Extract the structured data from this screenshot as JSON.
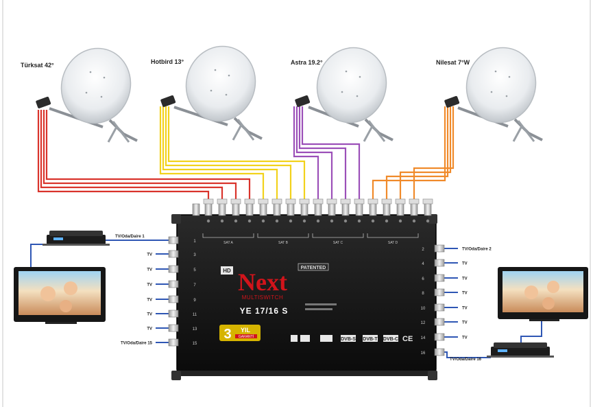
{
  "satellites": [
    {
      "name": "Türksat 42°",
      "color": "#d9332b"
    },
    {
      "name": "Hotbird 13°",
      "color": "#f2d21b"
    },
    {
      "name": "Astra 19.2°",
      "color": "#9b4fb8"
    },
    {
      "name": "Nilesat 7°W",
      "color": "#f08a2a"
    }
  ],
  "cable_color": "#2e56b4",
  "switch": {
    "brand": "Next",
    "subtitle": "MULTISWITCH",
    "model": "YE 17/16 S",
    "hd_badge": "HD",
    "patented": "PATENTED",
    "warranty_number": "3",
    "warranty_word": "YIL",
    "warranty_line": "GARANTİ",
    "sat_groups": [
      "SAT A",
      "SAT B",
      "SAT C",
      "SAT D"
    ],
    "logos": [
      "DVB-S",
      "DVB-T",
      "DVB-C",
      "CE"
    ]
  },
  "left_outputs": [
    {
      "port": "1",
      "label": "TV/Oda/Daire 1"
    },
    {
      "port": "3",
      "label": "TV"
    },
    {
      "port": "5",
      "label": "TV"
    },
    {
      "port": "7",
      "label": "TV"
    },
    {
      "port": "9",
      "label": "TV"
    },
    {
      "port": "11",
      "label": "TV"
    },
    {
      "port": "13",
      "label": "TV"
    },
    {
      "port": "15",
      "label": "TV/Oda/Daire 15"
    }
  ],
  "right_outputs": [
    {
      "port": "2",
      "label": "TV/Oda/Daire 2"
    },
    {
      "port": "4",
      "label": "TV"
    },
    {
      "port": "6",
      "label": "TV"
    },
    {
      "port": "8",
      "label": "TV"
    },
    {
      "port": "10",
      "label": "TV"
    },
    {
      "port": "12",
      "label": "TV"
    },
    {
      "port": "14",
      "label": "TV"
    },
    {
      "port": "16",
      "label": "TV/Oda/Daire 16"
    }
  ]
}
